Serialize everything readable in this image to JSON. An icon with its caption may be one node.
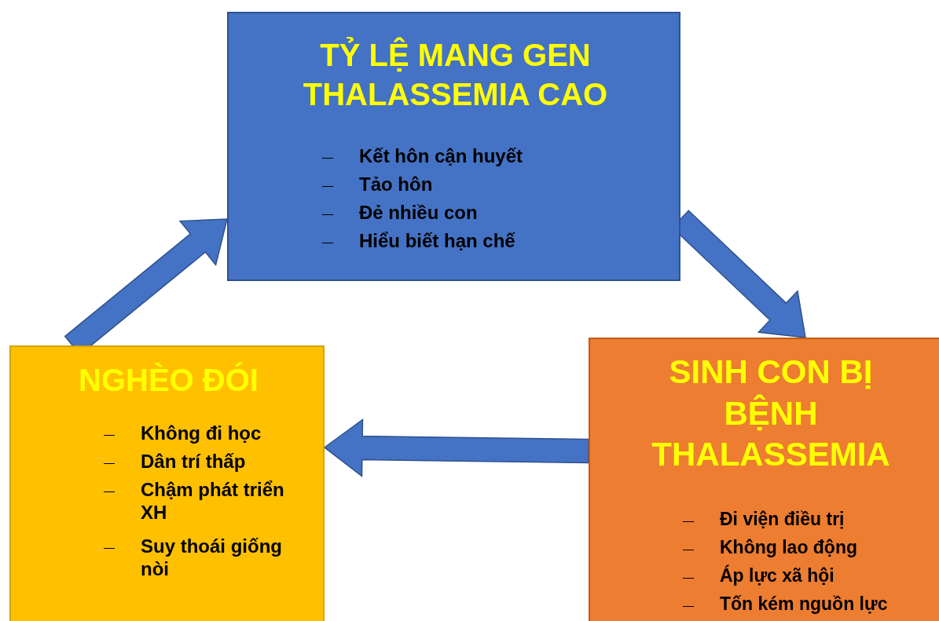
{
  "diagram": {
    "nodes": [
      {
        "text": [
          "TỶ LỆ MANG GEN THALASSEMIA CAO",
          "Kết hôn cận huyết",
          "Tảo hôn",
          "Đẻ nhiều con",
          "Hiểu biết hạn chế"
        ]
      },
      {
        "text": [
          "NGHÈO ĐÓI",
          "Không đi học",
          "Dân trí thấp",
          "Chậm phát triển XH",
          "Suy thoái giống nòi"
        ]
      },
      {
        "text": [
          "SINH CON BỊ BỆNH THALASSEMIA",
          "Đi viện điều trị",
          "Không lao động",
          "Áp lực xã hội",
          "Tốn kém nguồn lực"
        ]
      }
    ],
    "edges": [
      {
        "from": 1,
        "to": 0,
        "arrow": "to"
      },
      {
        "from": 0,
        "to": 2,
        "arrow": "to"
      },
      {
        "from": 2,
        "to": 1,
        "arrow": "to"
      }
    ]
  }
}
